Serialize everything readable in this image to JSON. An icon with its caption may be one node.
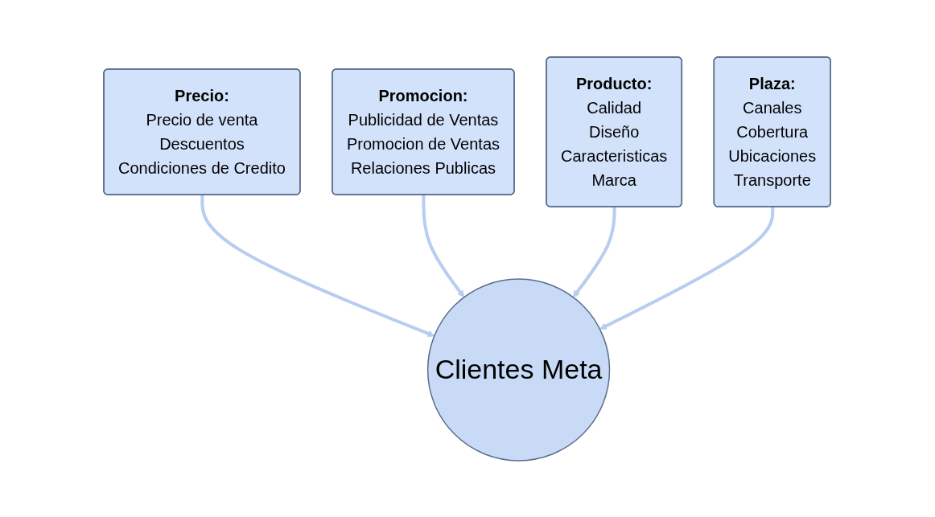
{
  "diagram": {
    "nodes": [
      {
        "text": [
          "Precio:",
          "Precio de venta",
          "Descuentos",
          "Condiciones de Credito"
        ]
      },
      {
        "text": [
          "Promocion:",
          "Publicidad de Ventas",
          "Promocion de Ventas",
          "Relaciones Publicas"
        ]
      },
      {
        "text": [
          "Producto:",
          "Calidad",
          "Diseño",
          "Caracteristicas",
          "Marca"
        ]
      },
      {
        "text": [
          "Clientes Meta"
        ]
      },
      {
        "text": [
          "Plaza:",
          "Canales",
          "Cobertura",
          "Ubicaciones",
          "Transporte"
        ]
      }
    ],
    "edges": [
      {
        "from": 0,
        "to": 3,
        "arrow": "to"
      },
      {
        "from": 1,
        "to": 3,
        "arrow": "to"
      },
      {
        "from": 2,
        "to": 3,
        "arrow": "to"
      },
      {
        "from": 4,
        "to": 3,
        "arrow": "to"
      }
    ]
  }
}
